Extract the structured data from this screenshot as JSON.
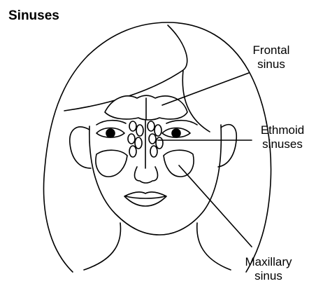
{
  "title": "Sinuses",
  "labels": {
    "frontal": [
      "Frontal",
      "sinus"
    ],
    "ethmoid": [
      "Ethmoid",
      "sinuses"
    ],
    "maxillary": [
      "Maxillary",
      "sinus"
    ]
  },
  "colors": {
    "line": "#000000",
    "background": "#ffffff",
    "sinus_fill": "#ffffff"
  }
}
